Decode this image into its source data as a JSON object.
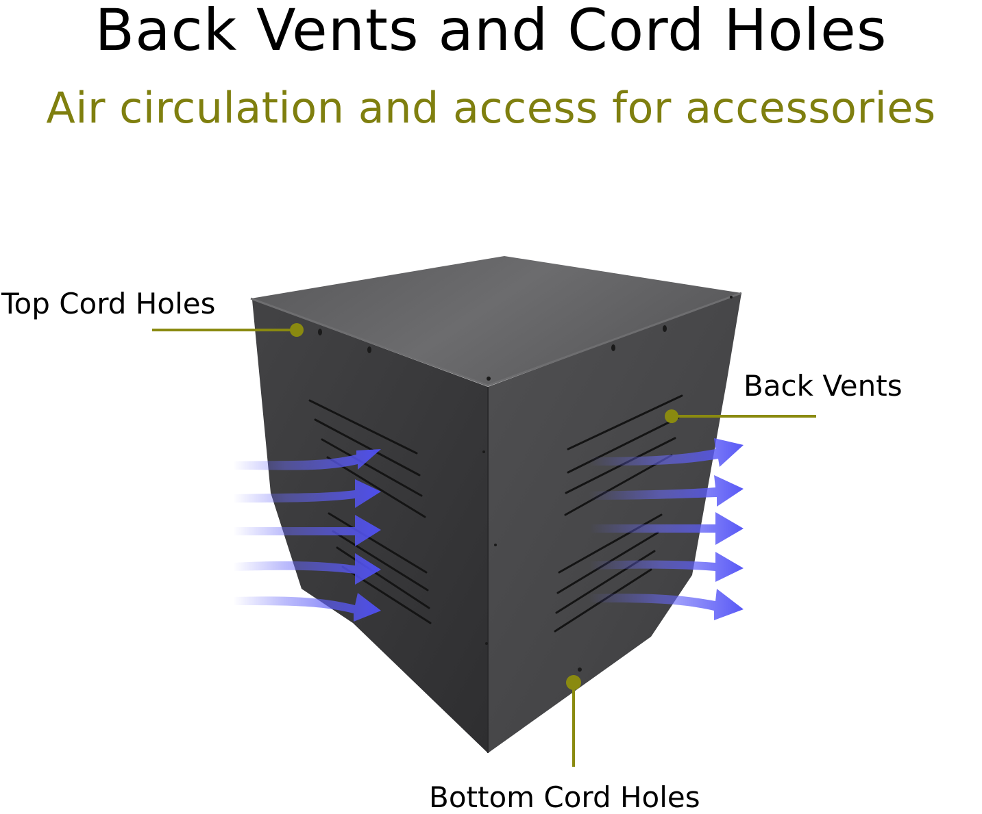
{
  "header": {
    "title": "Back Vents and Cord Holes",
    "subtitle": "Air circulation and access for accessories"
  },
  "callouts": {
    "top_cord_holes": "Top Cord Holes",
    "back_vents": "Back Vents",
    "bottom_cord_holes": "Bottom Cord Holes"
  },
  "colors": {
    "accent": "#7f7f0f",
    "callout_line": "#8a8a10",
    "arrow": "#5b5bf5",
    "cube_left_face": "#3a3a3c",
    "cube_right_face": "#4a4a4c",
    "cube_top": "#5c5c5e"
  },
  "product": {
    "name": "cube-enclosure",
    "airflow_arrows_in": 5,
    "airflow_arrows_out": 5
  }
}
